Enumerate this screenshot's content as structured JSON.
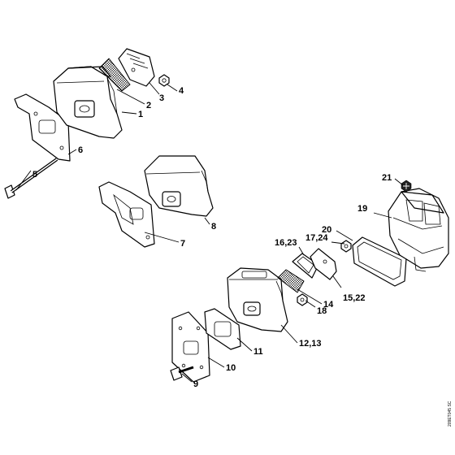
{
  "diagram": {
    "reference_code": "209ET045 SC",
    "labels": {
      "l1": "1",
      "l2": "2",
      "l3": "3",
      "l4": "4",
      "l5": "5",
      "l6": "6",
      "l7": "7",
      "l8": "8",
      "l9": "9",
      "l10": "10",
      "l11": "11",
      "l12_13": "12,13",
      "l14": "14",
      "l15_22": "15,22",
      "l16_23": "16,23",
      "l17_24": "17,24",
      "l18": "18",
      "l19": "19",
      "l20": "20",
      "l21": "21"
    }
  }
}
